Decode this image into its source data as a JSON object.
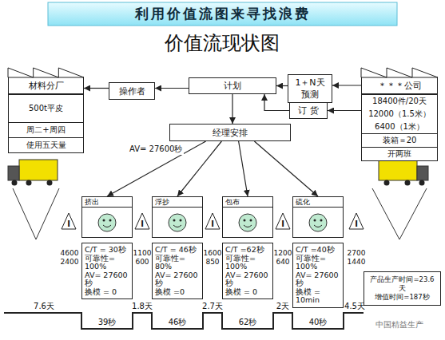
{
  "diagram": {
    "title": "利用价值流图来寻找浪费",
    "nodes": [
      {
        "text": [
          "材料分厂"
        ]
      },
      {
        "text": [
          "500t平皮",
          "周二+周四",
          "使用五天量"
        ]
      },
      {
        "text": [
          "操作者"
        ]
      },
      {
        "text": [
          "计划"
        ]
      },
      {
        "text": [
          "1＋N天 预测"
        ]
      },
      {
        "text": [
          "订 货"
        ]
      },
      {
        "text": [
          "＊＊＊公司"
        ]
      },
      {
        "text": [
          "18400件/20天",
          "12000（1.5米）",
          "6400（1米）",
          "装箱＝20",
          "开两班"
        ]
      },
      {
        "text": [
          "经理安排"
        ]
      },
      {
        "text": [
          "I"
        ]
      },
      {
        "text": [
          "挤出"
        ]
      },
      {
        "text": [
          "I"
        ]
      },
      {
        "text": [
          "浮抄"
        ]
      },
      {
        "text": [
          "I"
        ]
      },
      {
        "text": [
          "包布"
        ]
      },
      {
        "text": [
          "I"
        ]
      },
      {
        "text": [
          "硫化"
        ]
      },
      {
        "text": [
          "I"
        ]
      },
      {
        "text": [
          "C/T = 30秒",
          "可靠性= 100%",
          "AV= 27600 秒",
          "换模 = 0"
        ]
      },
      {
        "text": [
          "C/T = 46秒",
          "可靠性= 80%",
          "AV= 27600 秒",
          "换模 =0"
        ]
      },
      {
        "text": [
          "C/T =62秒",
          "可靠性= 100%",
          "AV= 27600 秒",
          "换模 = 0"
        ]
      },
      {
        "text": [
          "C/T =40秒",
          "可靠性= 100%",
          "AV= 27600 秒",
          "换模 = 10min"
        ]
      },
      {
        "text": [
          "产品生产时间=23.6天",
          "增值时间=187秒"
        ]
      }
    ],
    "edges": [
      {
        "from": 3,
        "to": 2,
        "arrow": "to"
      },
      {
        "from": 2,
        "to": 0,
        "arrow": "to"
      },
      {
        "from": 4,
        "to": 3,
        "arrow": "to"
      },
      {
        "from": 5,
        "to": 3,
        "arrow": "to"
      },
      {
        "from": 6,
        "to": 4,
        "arrow": "to"
      },
      {
        "from": 7,
        "to": 5,
        "arrow": "to"
      },
      {
        "from": 3,
        "to": 8,
        "arrow": "to"
      },
      {
        "from": 8,
        "to": 10,
        "arrow": "to"
      },
      {
        "from": 8,
        "to": 12,
        "arrow": "to"
      },
      {
        "from": 8,
        "to": 14,
        "arrow": "to"
      },
      {
        "from": 8,
        "to": 16,
        "arrow": "to"
      }
    ],
    "labels": [
      "价值流现状图",
      "AV= 27600秒",
      "4600",
      "2400",
      "1100",
      "600",
      "1600",
      "850",
      "1200",
      "640",
      "2700",
      "1440",
      "7.6天",
      "39秒",
      "1.8天",
      "46秒",
      "2.7天",
      "62秒",
      "2天",
      "40秒",
      "4.5天",
      "中国精益生产"
    ]
  }
}
